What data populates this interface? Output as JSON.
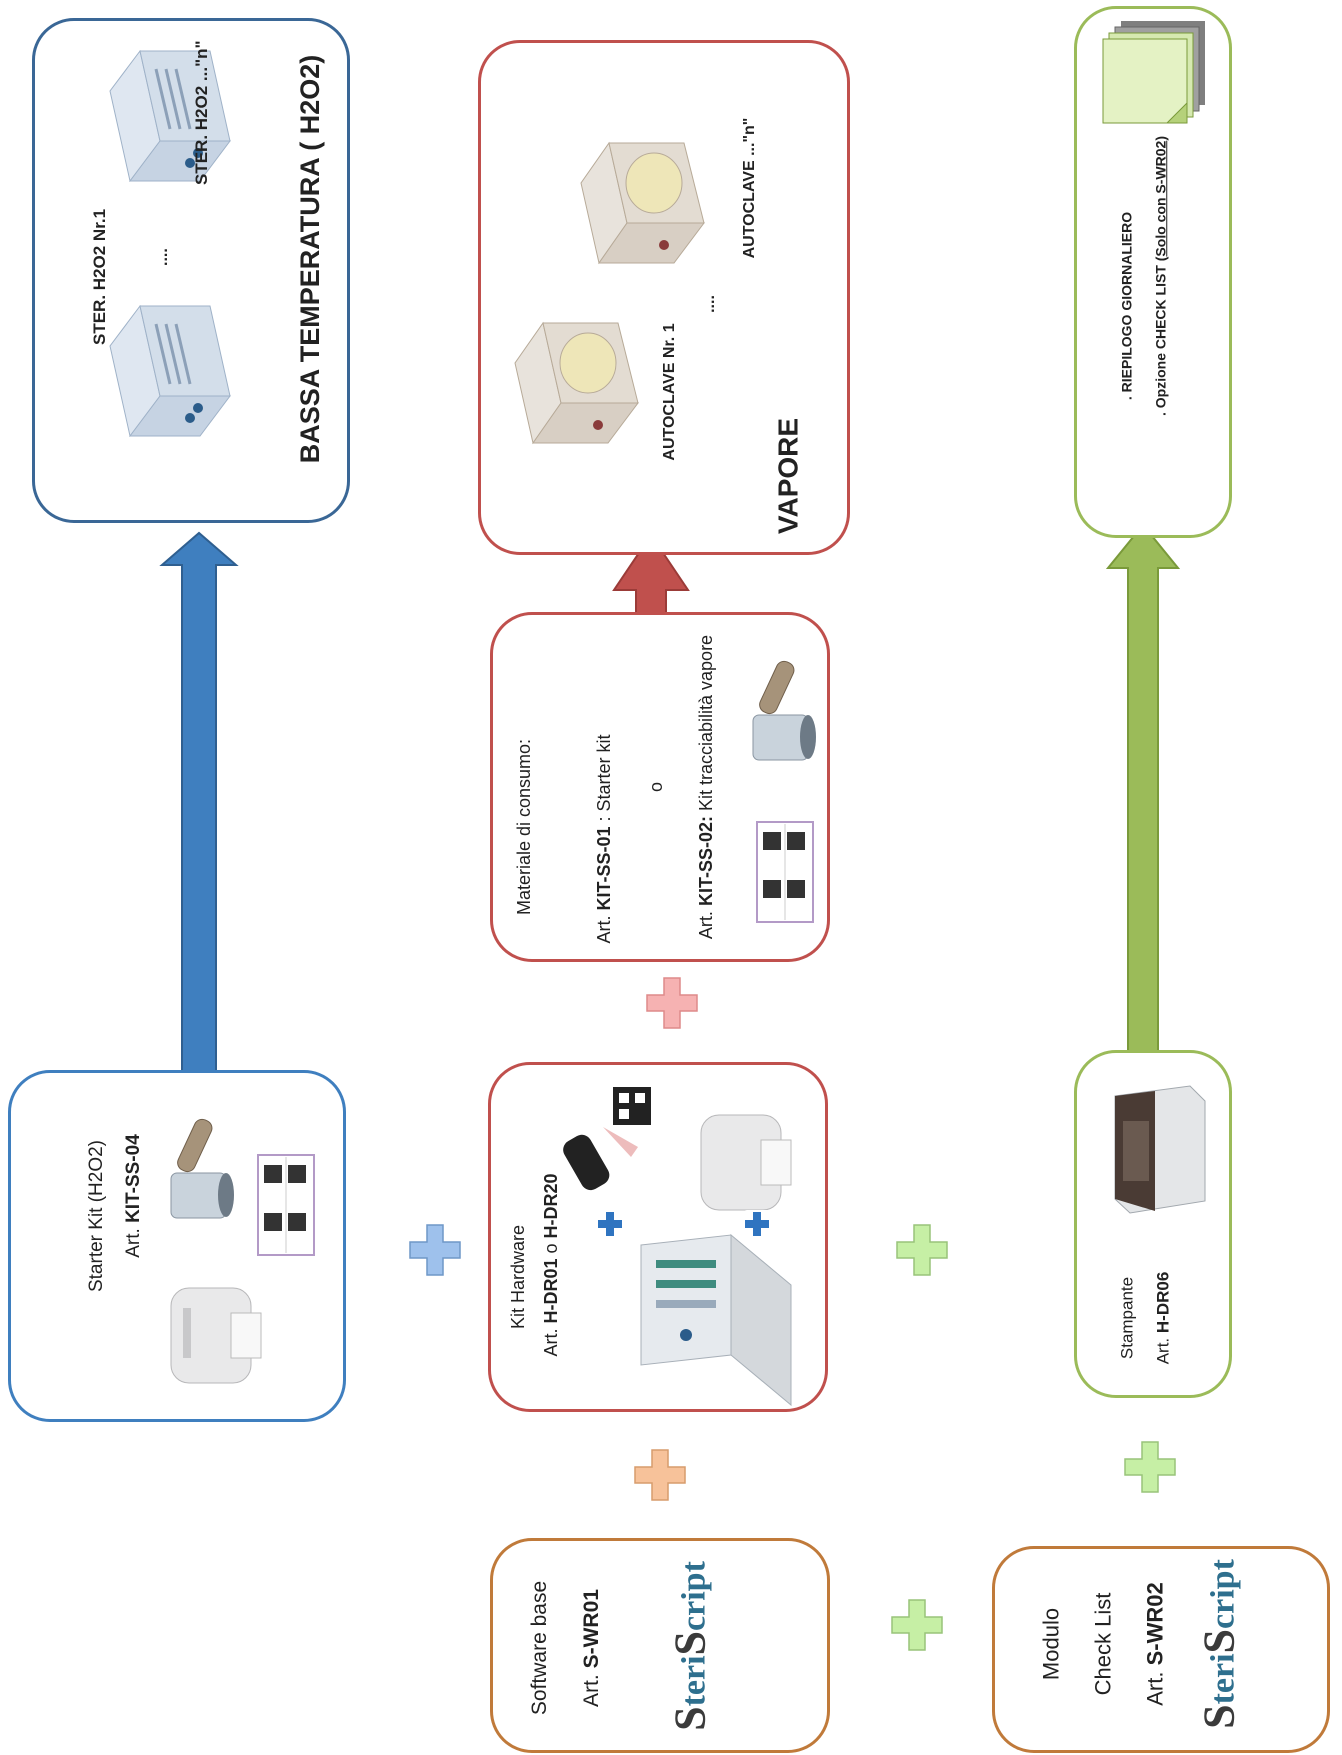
{
  "colors": {
    "blue": "#3f7fbf",
    "red": "#c0504d",
    "green": "#9bbb59",
    "orange": "#c07a3a",
    "plus_blue": "#9ec1ec",
    "plus_orange": "#f7c29a",
    "plus_red": "#f6b2b2",
    "plus_green": "#c6efa5"
  },
  "starter_kit_box": {
    "title": "Starter Kit (H2O2)",
    "art_prefix": "Art.",
    "art_code": "KIT-SS-04"
  },
  "low_temp_box": {
    "title": "BASSA TEMPERATURA ( H2O2)",
    "unit1": "STER. H2O2  Nr.1",
    "unitn": "STER. H2O2  ...\"n\"",
    "ellipsis": "...."
  },
  "hardware_box": {
    "title": "Kit Hardware",
    "art_prefix": "Art.",
    "art_code_1": "H-DR01",
    "art_or": "o",
    "art_code_2": "H-DR20"
  },
  "consumables_box": {
    "title": "Materiale di consumo:",
    "line1_prefix": "Art.",
    "line1_code": "KIT-SS-01",
    "line1_desc": ": Starter kit",
    "or": "o",
    "line2_prefix": "Art.",
    "line2_code": "KIT-SS-02:",
    "line2_desc": "Kit tracciabilità vapore"
  },
  "steam_box": {
    "title": "VAPORE",
    "unit1": "AUTOCLAVE Nr. 1",
    "unitn": "AUTOCLAVE ...\"n\"",
    "ellipsis": "...."
  },
  "software_box": {
    "title": "Software base",
    "art_prefix": "Art.",
    "art_code": "S-WR01",
    "logo_a": "S",
    "logo_b": "teri",
    "logo_c": "S",
    "logo_d": "cript"
  },
  "printer_box": {
    "title": "Stampante",
    "art_prefix": "Art.",
    "art_code": "H-DR06"
  },
  "report_box": {
    "line1": ". RIEPILOGO GIORNALIERO",
    "line2_prefix": ". Opzione CHECK LIST (",
    "line2_underlined": "Solo con S-WR02",
    "line2_suffix": ")"
  },
  "checklist_box": {
    "line1": "Modulo",
    "line2": "Check List",
    "art_prefix": "Art.",
    "art_code": "S-WR02",
    "logo_a": "S",
    "logo_b": "teri",
    "logo_c": "S",
    "logo_d": "cript"
  }
}
